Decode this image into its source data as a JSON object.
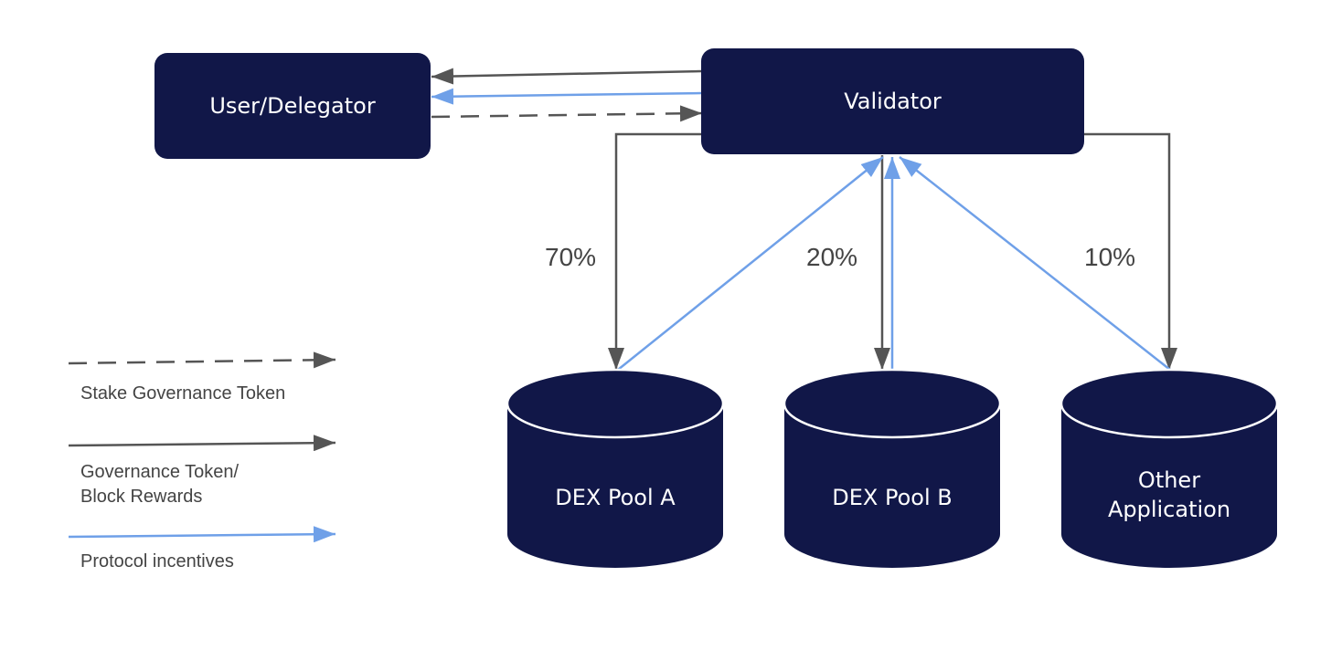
{
  "nodes": {
    "user_delegator": "User/Delegator",
    "validator": "Validator",
    "dex_pool_a": "DEX Pool A",
    "dex_pool_b": "DEX Pool B",
    "other_application_line1": "Other",
    "other_application_line2": "Application"
  },
  "edge_labels": {
    "pool_a_share": "70%",
    "pool_b_share": "20%",
    "other_share": "10%"
  },
  "legend": {
    "stake_governance_token": "Stake Governance Token",
    "governance_token_line1": "Governance Token/",
    "governance_token_line2": "Block Rewards",
    "protocol_incentives": "Protocol incentives"
  },
  "colors": {
    "node_fill": "#111748",
    "gray_arrow": "#555555",
    "blue_arrow": "#6fa0e8",
    "label_text": "#444444"
  }
}
